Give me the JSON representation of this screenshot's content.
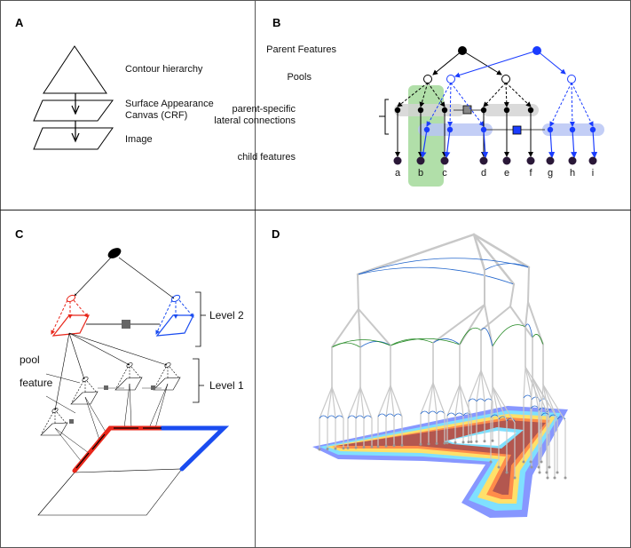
{
  "panels": {
    "a": {
      "label": "A",
      "items": [
        "Contour hierarchy",
        "Surface Appearance",
        "Canvas (CRF)",
        "Image"
      ]
    },
    "b": {
      "label": "B",
      "row_labels": {
        "parent": "Parent Features",
        "pools": "Pools",
        "lateral_1": "parent-specific",
        "lateral_2": "lateral connections",
        "child": "child features"
      },
      "child_letters": [
        "a",
        "b",
        "c",
        "d",
        "e",
        "f",
        "g",
        "h",
        "i"
      ],
      "colors": {
        "parent_a": "#000000",
        "parent_b": "#1a3cff",
        "highlight": "#a8dca0",
        "lateral_gray": "#d4d4d4",
        "lateral_blue": "#b9c6f5",
        "child": "#2a1838"
      }
    },
    "c": {
      "label": "C",
      "level2": "Level 2",
      "level1": "Level 1",
      "pool": "pool",
      "feature": "feature",
      "colors": {
        "red": "#e8261a",
        "blue": "#1a4cf0"
      }
    },
    "d": {
      "label": "D"
    }
  }
}
